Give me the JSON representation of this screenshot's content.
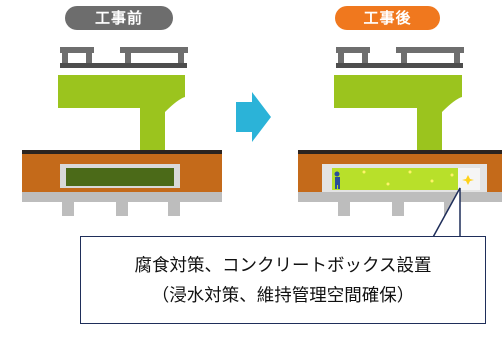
{
  "labels": {
    "before": "工事前",
    "after": "工事後"
  },
  "callout": {
    "line1": "腐食対策、コンクリートボックス設置",
    "line2": "（浸水対策、維持管理空間確保）"
  },
  "colors": {
    "before_badge": "#6d6d6d",
    "after_badge": "#f0781e",
    "pier": "#9bc41e",
    "bridge_deck": "#6e6e6e",
    "soil": "#c46a1a",
    "road": "#2b2420",
    "concrete": "#bdbdbd",
    "arrow": "#2bb3d8",
    "box_frame": "#1f2e5a"
  }
}
